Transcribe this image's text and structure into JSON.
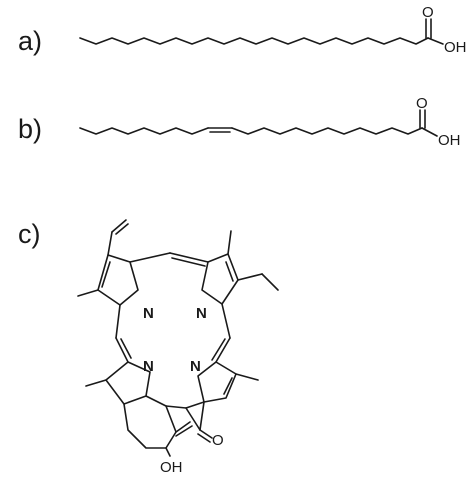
{
  "panels": {
    "a": {
      "label": "a)",
      "o_label": "O",
      "oh_label": "OH"
    },
    "b": {
      "label": "b)",
      "o_label": "O",
      "oh_label": "OH"
    },
    "c": {
      "label": "c)",
      "n_label": "N",
      "o_label": "O",
      "oh_label": "OH"
    }
  }
}
